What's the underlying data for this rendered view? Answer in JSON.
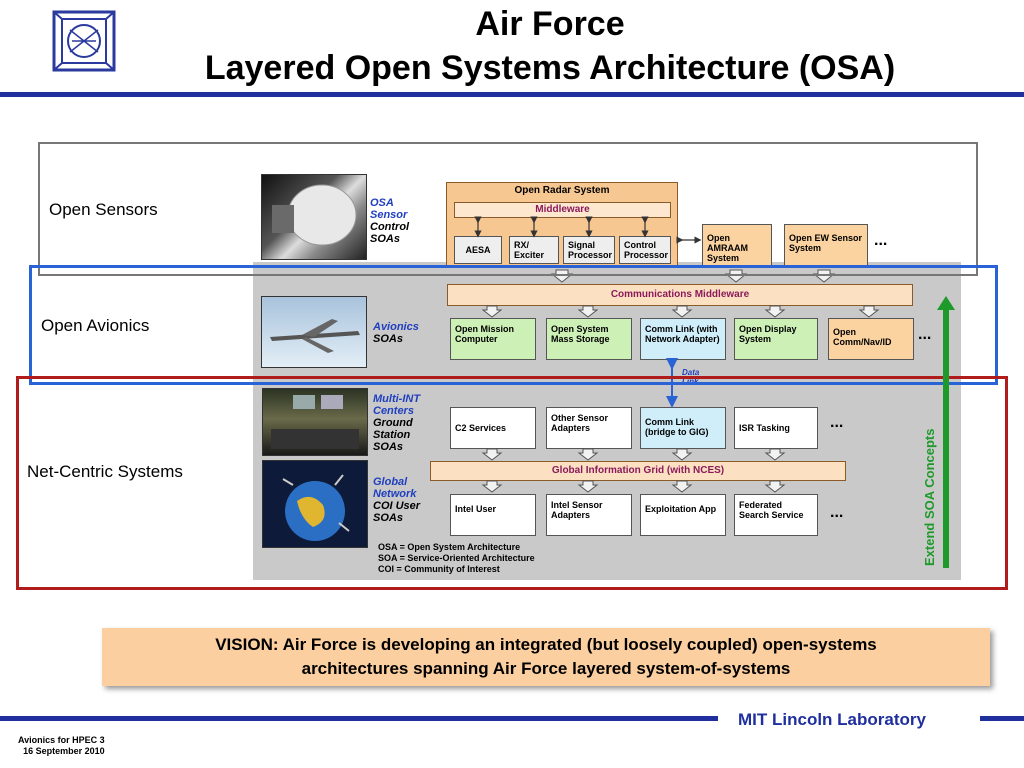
{
  "header": {
    "title_line1": "Air Force",
    "title_line2": "Layered Open Systems Architecture (OSA)",
    "logo_icon": "mit-ll-logo-icon"
  },
  "layers": {
    "sensors": "Open Sensors",
    "avionics": "Open Avionics",
    "netcentric": "Net-Centric Systems"
  },
  "soa_labels": {
    "sensor": {
      "l1": "OSA",
      "l2": "Sensor",
      "l3": "Control",
      "l4": "SOAs"
    },
    "avionics": {
      "l1": "Avionics",
      "l2": "SOAs"
    },
    "ground": {
      "l1": "Multi-INT",
      "l2": "Centers",
      "l3": "Ground",
      "l4": "Station",
      "l5": "SOAs"
    },
    "global": {
      "l1": "Global",
      "l2": "Network",
      "l3": "COI User",
      "l4": "SOAs"
    }
  },
  "radar": {
    "title": "Open Radar System",
    "middleware": "Middleware",
    "aesa": "AESA",
    "rx": "RX/ Exciter",
    "signal": "Signal Processor",
    "control": "Control Processor"
  },
  "sensors_right": {
    "amraam": "Open AMRAAM System",
    "ew": "Open EW Sensor System",
    "ellipsis": "..."
  },
  "avionics": {
    "middleware": "Communications Middleware",
    "mission": "Open Mission Computer",
    "storage": "Open System Mass Storage",
    "commlink": "Comm Link (with Network Adapter)",
    "display": "Open Display System",
    "commnav": "Open Comm/Nav/ID",
    "ellipsis": "...",
    "datalink": "Data Link"
  },
  "netcentric": {
    "c2": "C2 Services",
    "other": "Other Sensor Adapters",
    "commlink": "Comm Link (bridge to GIG)",
    "isr": "ISR Tasking",
    "gig": "Global Information Grid (with NCES)",
    "intel_user": "Intel User",
    "intel_sensor": "Intel Sensor Adapters",
    "exploit": "Exploitation App",
    "federated": "Federated Search Service",
    "ellipsis1": "...",
    "ellipsis2": "..."
  },
  "legend": {
    "osa": "OSA = Open System Architecture",
    "soa": "SOA = Service-Oriented Architecture",
    "coi": "COI = Community of Interest"
  },
  "extend": "Extend SOA Concepts",
  "vision": {
    "line1": "VISION: Air Force is developing an integrated (but loosely coupled) open-systems",
    "line2": "architectures spanning Air Force layered system-of-systems"
  },
  "footer": {
    "lab": "MIT Lincoln Laboratory",
    "slide": "Avionics for HPEC  3",
    "date": "16 September 2010"
  },
  "colors": {
    "rule_blue": "#1f2f9e",
    "sensors_frame": "#777777",
    "avionics_frame": "#2a63d6",
    "netcentric_frame": "#b01c1c",
    "extend_green": "#1e9a2a"
  }
}
